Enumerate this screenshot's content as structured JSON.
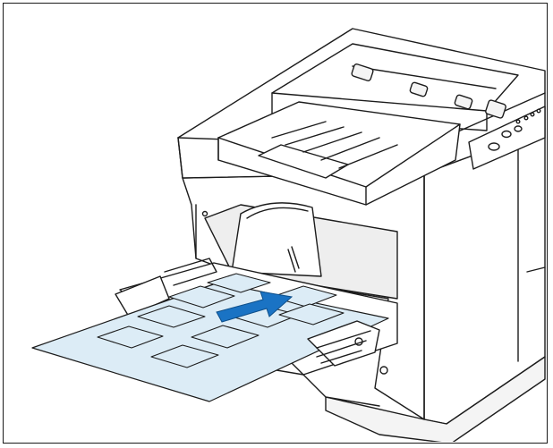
{
  "figure": {
    "subject": "laser-printer",
    "media": "label-sheet",
    "feed_direction": "into-manual-feed-tray",
    "label_rows": 3,
    "label_columns": 3
  },
  "colors": {
    "frame": "#1a1a1a",
    "line": "#1c1c1c",
    "printer_body": "#ffffff",
    "printer_shade": "#eeeeee",
    "label_sheet": "#dcecf6",
    "arrow": "#1a73c4"
  },
  "icons": [
    "arrow-right-icon",
    "indicator-led-icon",
    "roller-icon"
  ]
}
